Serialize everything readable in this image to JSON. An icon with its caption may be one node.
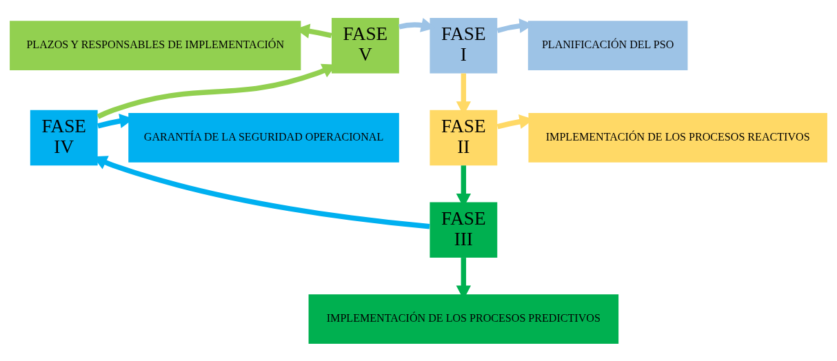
{
  "diagram": {
    "nodes": [
      {
        "text": [
          "PLAZOS Y RESPONSABLES DE IMPLEMENTACIÓN"
        ]
      },
      {
        "text": [
          "FASE V"
        ]
      },
      {
        "text": [
          "FASE I"
        ]
      },
      {
        "text": [
          "PLANIFICACIÓN DEL PSO"
        ]
      },
      {
        "text": [
          "FASE II"
        ]
      },
      {
        "text": [
          "IMPLEMENTACIÓN DE LOS PROCESOS REACTIVOS"
        ]
      },
      {
        "text": [
          "GARANTÍA DE LA SEGURIDAD OPERACIONAL"
        ]
      },
      {
        "text": [
          "FASE IV"
        ]
      },
      {
        "text": [
          "FASE III"
        ]
      },
      {
        "text": [
          "IMPLEMENTACIÓN DE LOS PROCESOS PREDICTIVOS"
        ]
      }
    ],
    "edges": [
      {
        "from": 1,
        "to": 2,
        "arrow": "to",
        "color": "#9dc3e6"
      },
      {
        "from": 2,
        "to": 3,
        "arrow": "to",
        "color": "#9dc3e6"
      },
      {
        "from": 2,
        "to": 4,
        "arrow": "to",
        "color": "#ffd966"
      },
      {
        "from": 4,
        "to": 5,
        "arrow": "to",
        "color": "#ffd966"
      },
      {
        "from": 4,
        "to": 8,
        "arrow": "to",
        "color": "#00b050"
      },
      {
        "from": 8,
        "to": 9,
        "arrow": "to",
        "color": "#00b050"
      },
      {
        "from": 8,
        "to": 7,
        "arrow": "to",
        "color": "#00b0f0"
      },
      {
        "from": 7,
        "to": 6,
        "arrow": "to",
        "color": "#00b0f0"
      },
      {
        "from": 7,
        "to": 1,
        "arrow": "to",
        "color": "#92d050"
      },
      {
        "from": 1,
        "to": 0,
        "arrow": "to",
        "color": "#92d050"
      }
    ]
  }
}
